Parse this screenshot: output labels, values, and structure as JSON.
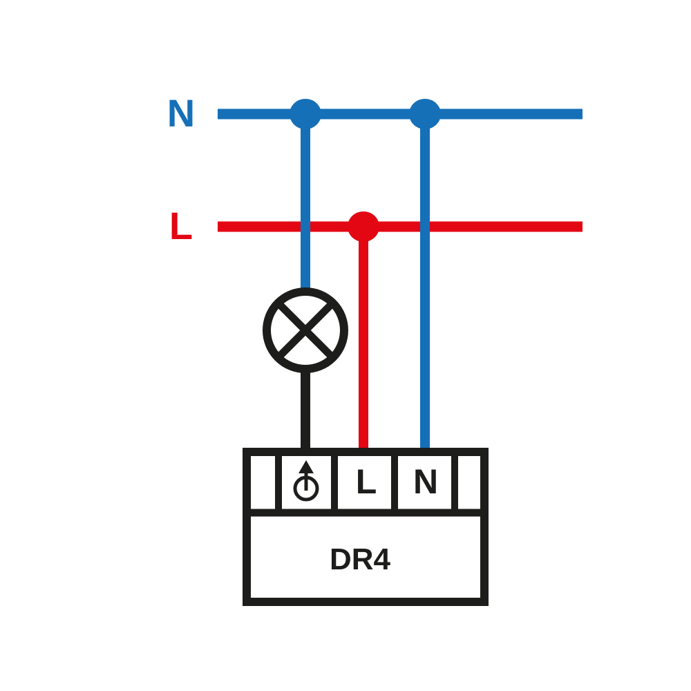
{
  "bus_labels": {
    "neutral": "N",
    "live": "L"
  },
  "device": {
    "name": "DR4",
    "terminals": {
      "output_icon": "power-output-icon",
      "live": "L",
      "neutral": "N"
    }
  },
  "colors": {
    "neutral": "#1570b8",
    "live": "#e30613",
    "device": "#1d1d1b",
    "background": "#ffffff"
  }
}
